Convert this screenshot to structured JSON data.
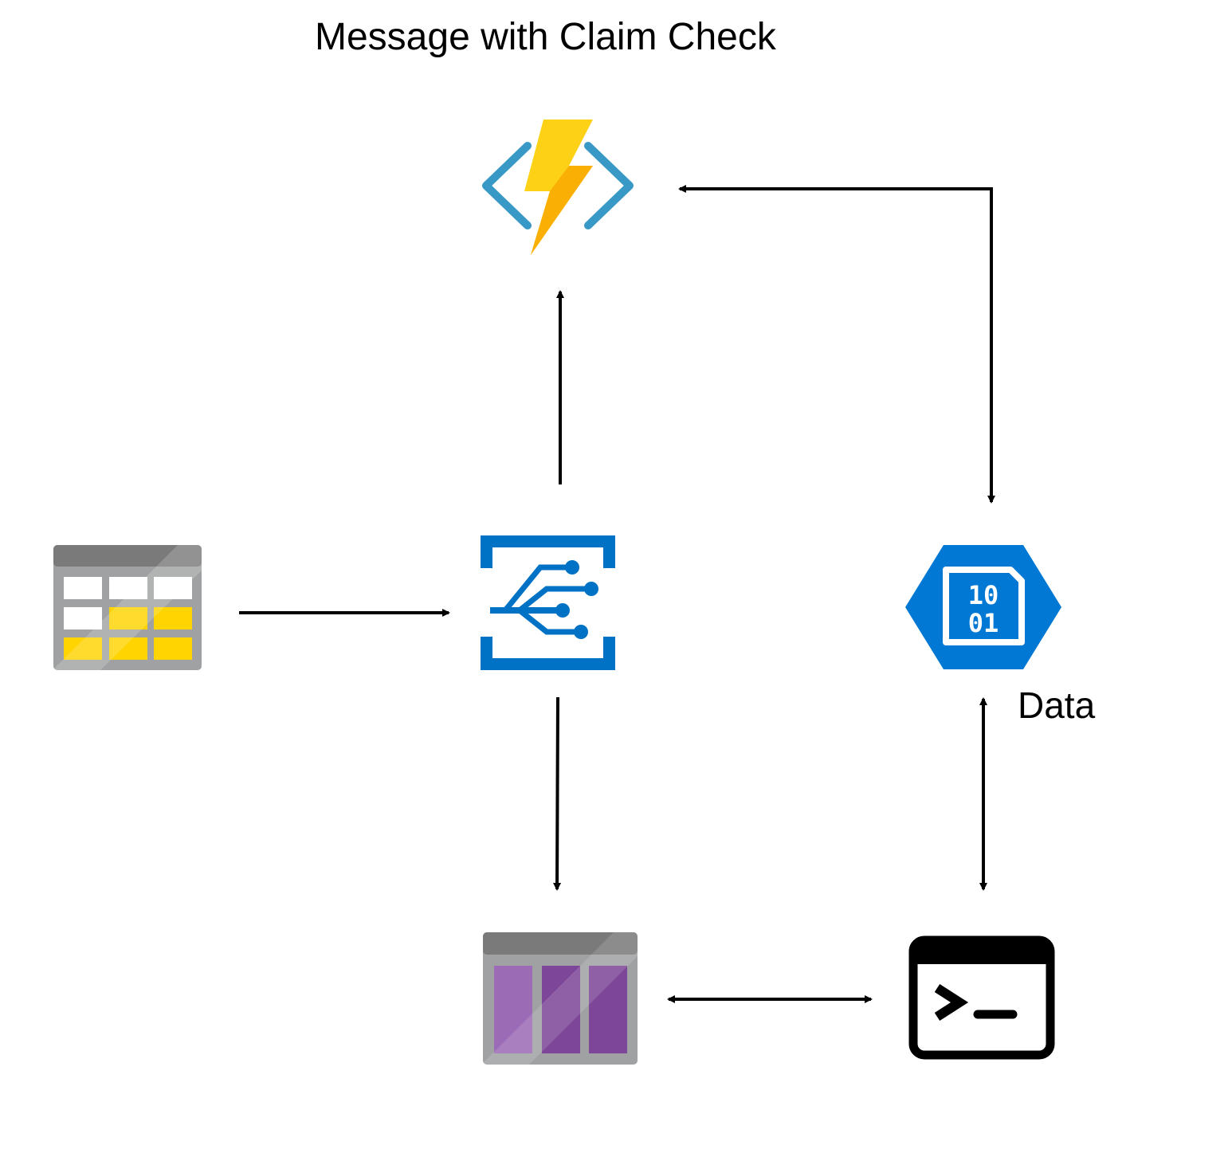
{
  "diagram": {
    "title": "Message with Claim Check",
    "nodes": {
      "function": {
        "icon": "azure-function-icon"
      },
      "event_grid": {
        "icon": "event-grid-icon"
      },
      "storage_table": {
        "icon": "storage-table-icon"
      },
      "data_blob": {
        "icon": "blob-data-icon",
        "label": "Data"
      },
      "queue": {
        "icon": "storage-queue-icon"
      },
      "console": {
        "icon": "console-app-icon"
      }
    },
    "edges": [
      {
        "from": "storage_table",
        "to": "event_grid",
        "direction": "forward"
      },
      {
        "from": "event_grid",
        "to": "function",
        "direction": "forward"
      },
      {
        "from": "function",
        "to": "data_blob",
        "direction": "both"
      },
      {
        "from": "event_grid",
        "to": "queue",
        "direction": "forward"
      },
      {
        "from": "queue",
        "to": "console",
        "direction": "both"
      },
      {
        "from": "data_blob",
        "to": "console",
        "direction": "both"
      }
    ],
    "colors": {
      "azure_blue": "#0072C6",
      "function_blue": "#3999C6",
      "bolt_yellow": "#FCD116",
      "bolt_orange": "#F7A600",
      "table_yellow": "#FFD400",
      "queue_purple": "#7B3F99",
      "frame_gray": "#A0A1A2",
      "arrow": "#000000"
    }
  }
}
